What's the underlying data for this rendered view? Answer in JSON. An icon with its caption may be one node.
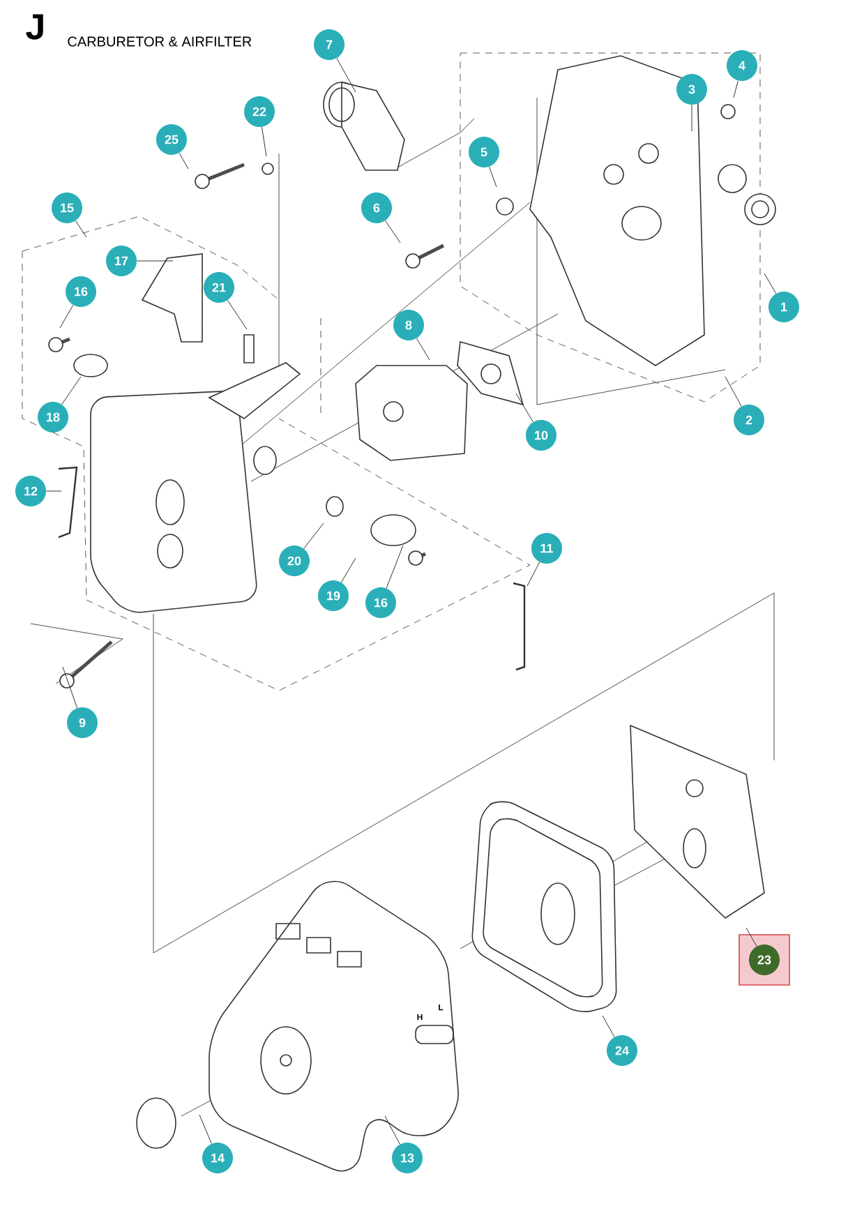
{
  "diagram": {
    "title": "CARBURETOR & AIRFILTER",
    "nodes": [
      {
        "text": [
          "7"
        ]
      },
      {
        "text": [
          "4"
        ]
      },
      {
        "text": [
          "3"
        ]
      },
      {
        "text": [
          "22"
        ]
      },
      {
        "text": [
          "25"
        ]
      },
      {
        "text": [
          "5"
        ]
      },
      {
        "text": [
          "15"
        ]
      },
      {
        "text": [
          "6"
        ]
      },
      {
        "text": [
          "17"
        ]
      },
      {
        "text": [
          "21"
        ]
      },
      {
        "text": [
          "16"
        ]
      },
      {
        "text": [
          "1"
        ]
      },
      {
        "text": [
          "8"
        ]
      },
      {
        "text": [
          "18"
        ]
      },
      {
        "text": [
          "2"
        ]
      },
      {
        "text": [
          "10"
        ]
      },
      {
        "text": [
          "12"
        ]
      },
      {
        "text": [
          "11"
        ]
      },
      {
        "text": [
          "20"
        ]
      },
      {
        "text": [
          "19"
        ]
      },
      {
        "text": [
          "16"
        ]
      },
      {
        "text": [
          "9"
        ]
      },
      {
        "text": [
          "23"
        ]
      },
      {
        "text": [
          "24"
        ]
      },
      {
        "text": [
          "14"
        ]
      },
      {
        "text": [
          "13"
        ]
      }
    ],
    "edges": [
      {
        "from": 0,
        "to": null,
        "arrow": "none"
      },
      {
        "from": 1,
        "to": null,
        "arrow": "none"
      },
      {
        "from": 2,
        "to": null,
        "arrow": "none"
      },
      {
        "from": 3,
        "to": null,
        "arrow": "none"
      },
      {
        "from": 4,
        "to": null,
        "arrow": "none"
      },
      {
        "from": 5,
        "to": null,
        "arrow": "none"
      },
      {
        "from": 6,
        "to": null,
        "arrow": "none"
      },
      {
        "from": 7,
        "to": null,
        "arrow": "none"
      },
      {
        "from": 8,
        "to": null,
        "arrow": "none"
      },
      {
        "from": 9,
        "to": null,
        "arrow": "none"
      },
      {
        "from": 10,
        "to": null,
        "arrow": "none"
      },
      {
        "from": 11,
        "to": null,
        "arrow": "none"
      },
      {
        "from": 12,
        "to": null,
        "arrow": "none"
      },
      {
        "from": 13,
        "to": null,
        "arrow": "none"
      },
      {
        "from": 14,
        "to": null,
        "arrow": "none"
      },
      {
        "from": 15,
        "to": null,
        "arrow": "none"
      },
      {
        "from": 16,
        "to": null,
        "arrow": "none"
      },
      {
        "from": 17,
        "to": null,
        "arrow": "none"
      },
      {
        "from": 18,
        "to": null,
        "arrow": "none"
      },
      {
        "from": 19,
        "to": null,
        "arrow": "none"
      },
      {
        "from": 20,
        "to": null,
        "arrow": "none"
      },
      {
        "from": 21,
        "to": null,
        "arrow": "none"
      },
      {
        "from": 22,
        "to": null,
        "arrow": "none"
      },
      {
        "from": 23,
        "to": null,
        "arrow": "none"
      },
      {
        "from": 24,
        "to": null,
        "arrow": "none"
      },
      {
        "from": 25,
        "to": null,
        "arrow": "none"
      }
    ],
    "labels": [
      "J",
      "H",
      "L"
    ]
  }
}
